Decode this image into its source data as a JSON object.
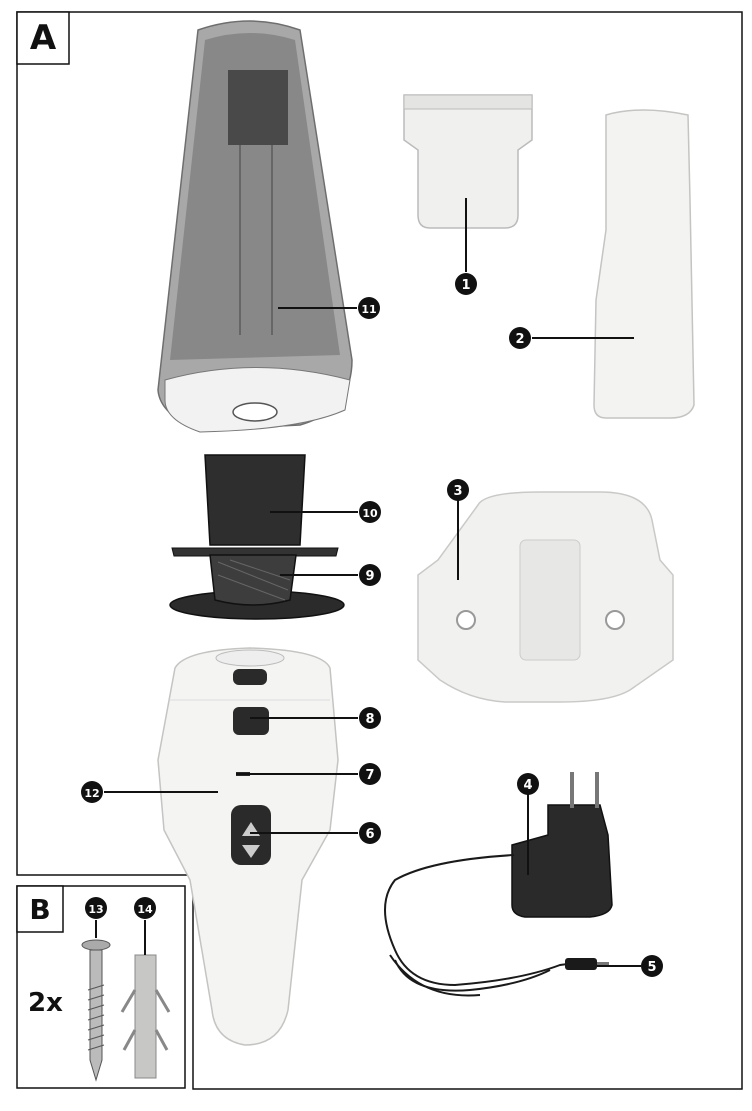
{
  "panels": {
    "a_label": "A",
    "b_label": "B"
  },
  "multiplier": "2x",
  "callouts": [
    {
      "id": "1",
      "text": "1"
    },
    {
      "id": "2",
      "text": "2"
    },
    {
      "id": "3",
      "text": "3"
    },
    {
      "id": "4",
      "text": "4"
    },
    {
      "id": "5",
      "text": "5"
    },
    {
      "id": "6",
      "text": "6"
    },
    {
      "id": "7",
      "text": "7"
    },
    {
      "id": "8",
      "text": "8"
    },
    {
      "id": "9",
      "text": "9"
    },
    {
      "id": "10",
      "text": "10"
    },
    {
      "id": "11",
      "text": "11"
    },
    {
      "id": "12",
      "text": "12"
    },
    {
      "id": "13",
      "text": "13"
    },
    {
      "id": "14",
      "text": "14"
    }
  ],
  "colors": {
    "outline": "#111111",
    "body_white": "#f4f4f2",
    "shadow_grey": "#c9c9c6",
    "dark_part": "#2a2a2a",
    "transparent_grey": "#8e8e8e"
  }
}
